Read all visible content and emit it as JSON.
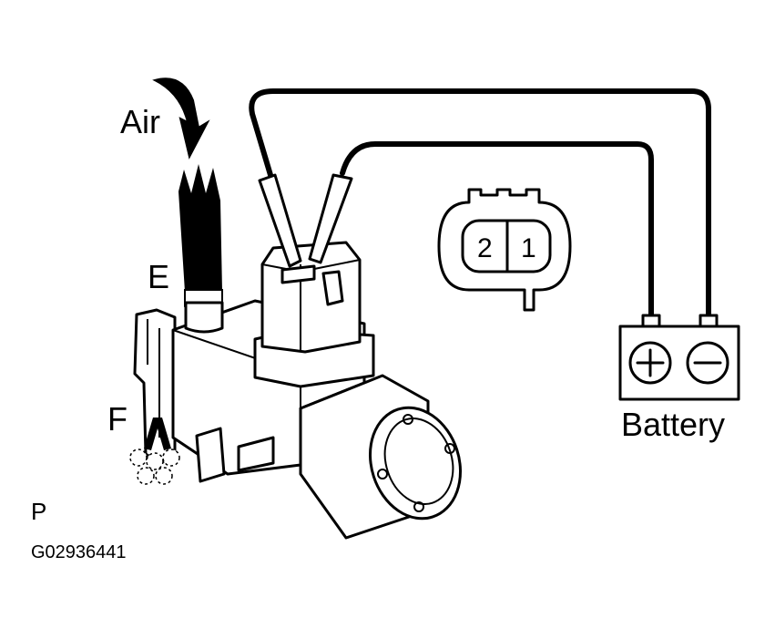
{
  "labels": {
    "air": "Air",
    "port_e": "E",
    "port_f": "F",
    "battery": "Battery",
    "pin_2": "2",
    "pin_1": "1",
    "view_label": "P",
    "figure_id": "G02936441"
  },
  "symbols": {
    "battery_positive": "plus-terminal-icon",
    "battery_negative": "minus-terminal-icon",
    "air_flow": "curved-arrow-icon"
  }
}
